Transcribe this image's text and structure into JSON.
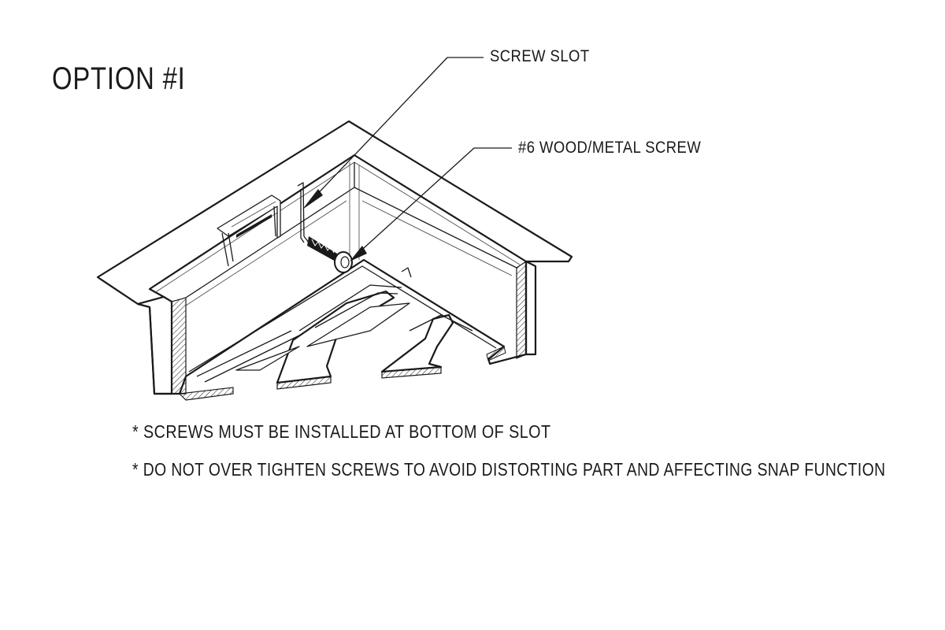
{
  "title": "OPTION #I",
  "callouts": {
    "screw_slot": "SCREW SLOT",
    "screw": "#6 WOOD/METAL SCREW"
  },
  "notes": [
    "* SCREWS MUST BE INSTALLED AT BOTTOM OF SLOT",
    "* DO NOT OVER TIGHTEN SCREWS TO AVOID DISTORTING PART AND AFFECTING SNAP  FUNCTION"
  ]
}
